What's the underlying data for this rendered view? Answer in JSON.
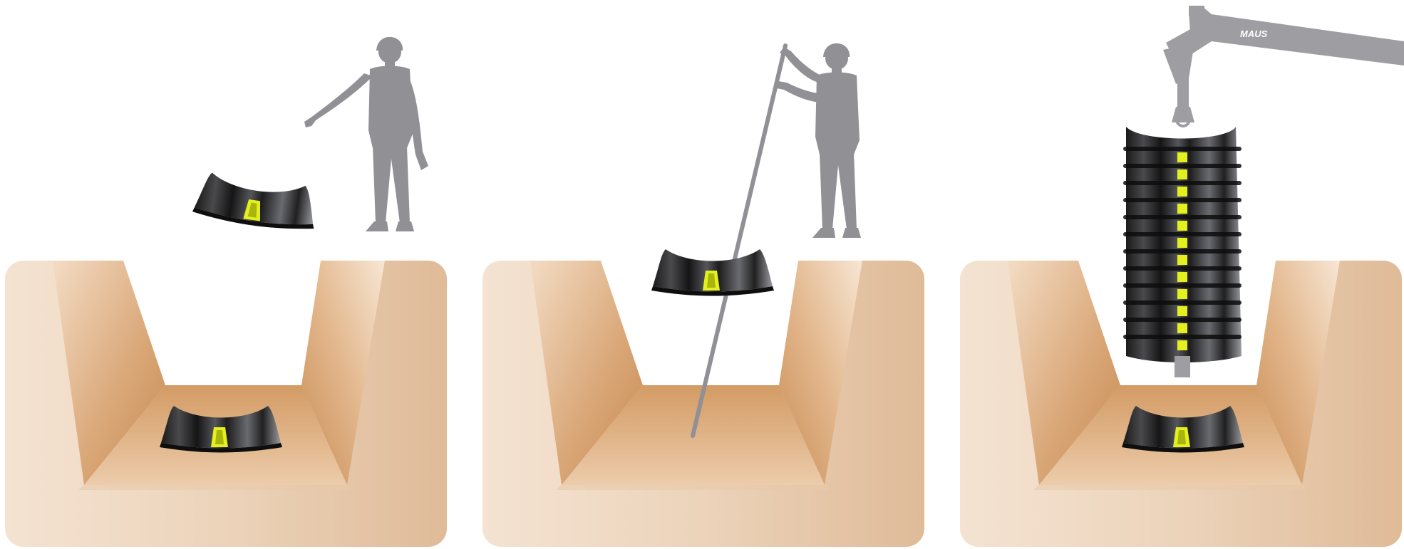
{
  "figure": {
    "panels": [
      {
        "id": "step-1",
        "action": "saddle-dropped-by-hand"
      },
      {
        "id": "step-2",
        "action": "saddle-lowered-on-pole"
      },
      {
        "id": "step-3",
        "action": "stack-lowered-by-crane"
      }
    ],
    "crane_label": "MAUS"
  },
  "colors": {
    "soil_light": "#f1ddc9",
    "soil_mid": "#ddb08a",
    "soil_dark": "#c8894f",
    "silhouette": "#909095",
    "saddle_body": "#1b1b1c",
    "saddle_marker": "#e4f01e"
  }
}
